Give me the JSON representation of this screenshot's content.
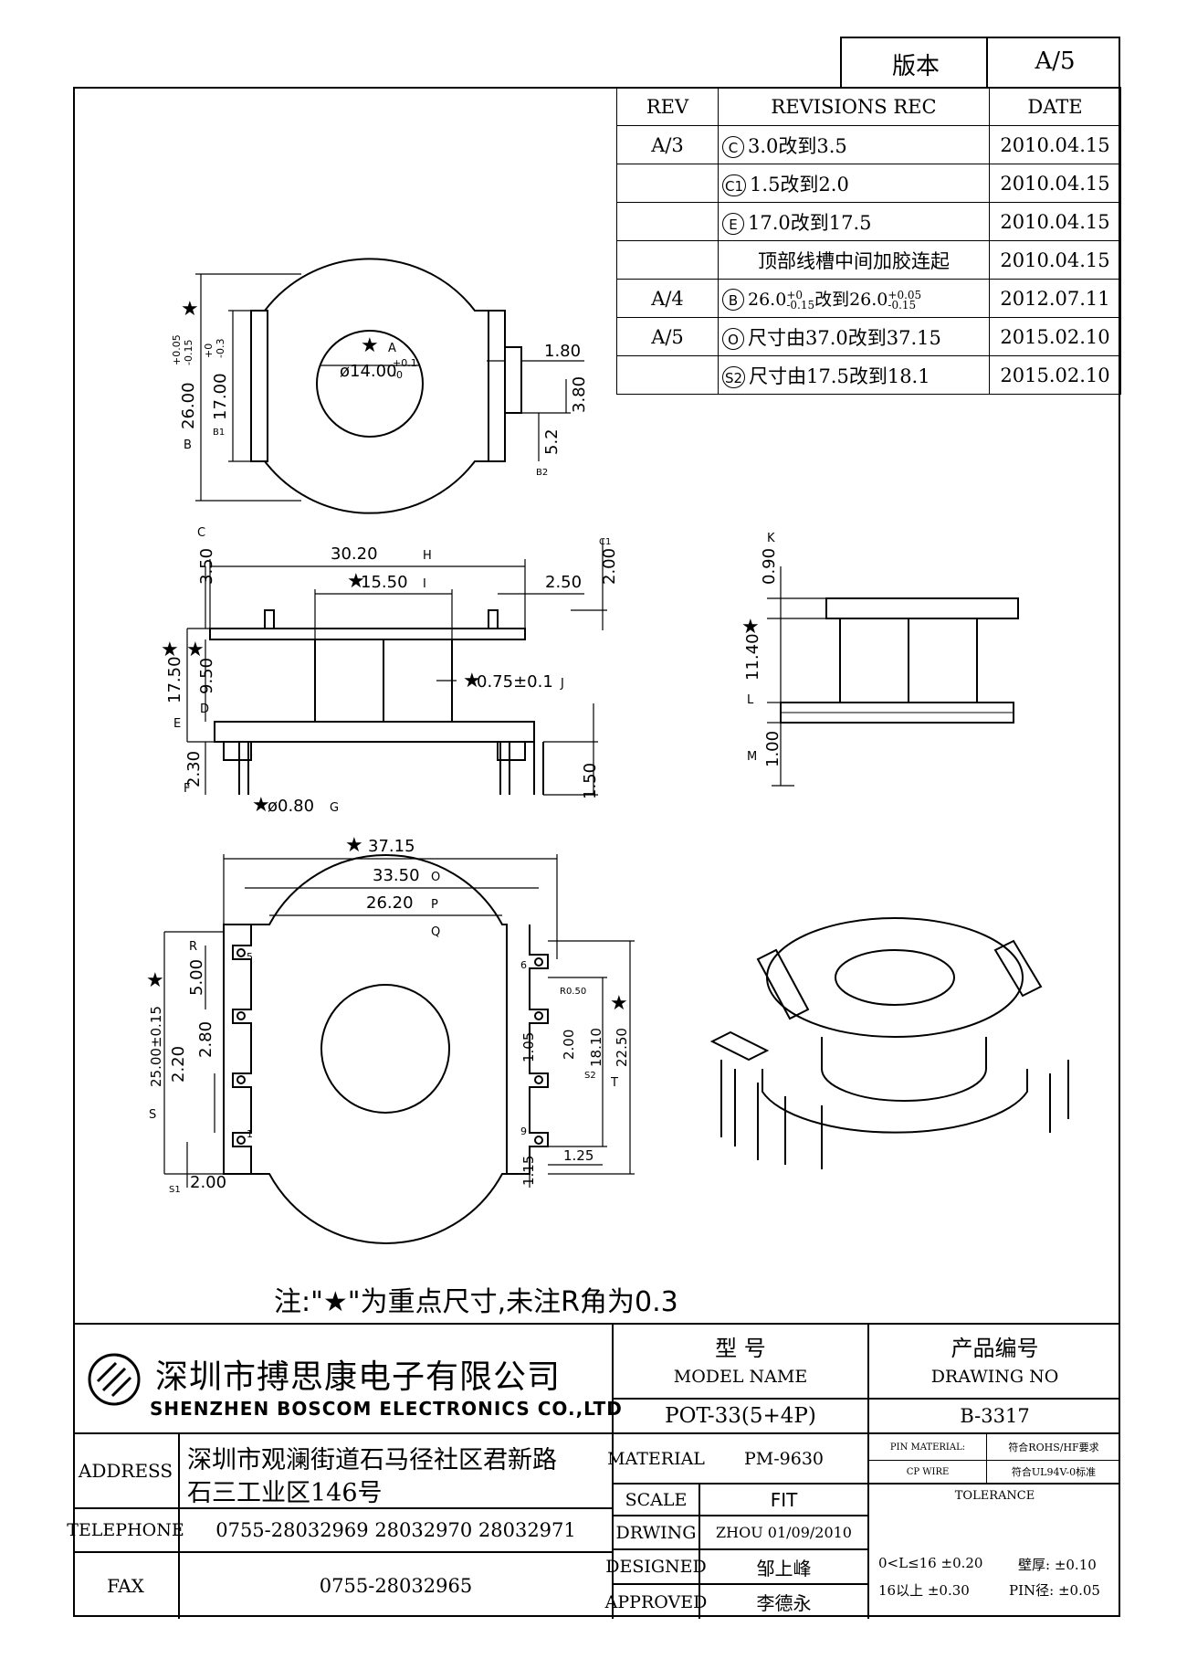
{
  "header": {
    "version_label": "版本",
    "version_value": "A/5"
  },
  "revisions": {
    "col_rev": "REV",
    "col_rec": "REVISIONS REC",
    "col_date": "DATE",
    "rows": [
      {
        "rev": "A/3",
        "mark": "C",
        "text": "3.0改到3.5",
        "date": "2010.04.15"
      },
      {
        "rev": "",
        "mark": "C1",
        "text": "1.5改到2.0",
        "date": "2010.04.15"
      },
      {
        "rev": "",
        "mark": "E",
        "text": "17.0改到17.5",
        "date": "2010.04.15"
      },
      {
        "rev": "",
        "mark": "",
        "text": "顶部线槽中间加胶连起",
        "date": "2010.04.15"
      },
      {
        "rev": "A/4",
        "mark": "B",
        "text_a": "26.0",
        "tol_a_up": "+0",
        "tol_a_dn": "-0.15",
        "text_b": "改到26.0",
        "tol_b_up": "+0.05",
        "tol_b_dn": "-0.15",
        "date": "2012.07.11"
      },
      {
        "rev": "A/5",
        "mark": "O",
        "text": "尺寸由37.0改到37.15",
        "date": "2015.02.10"
      },
      {
        "rev": "",
        "mark": "S2",
        "text": "尺寸由17.5改到18.1",
        "date": "2015.02.10"
      }
    ]
  },
  "dims": {
    "top": {
      "d26": "26.00",
      "d26_up": "+0.05",
      "d26_dn": "-0.15",
      "d17": "17.00",
      "d17_up": "+0",
      "d17_dn": "-0.3",
      "d14": "ø14.00",
      "d14_up": "+0.1",
      "d14_dn": "-0",
      "d180": "1.80",
      "d380": "3.80",
      "d52": "5.2",
      "lB": "B",
      "lB1": "B1",
      "lA": "A",
      "lB2": "B2"
    },
    "side": {
      "d350": "3.50",
      "d3020": "30.20",
      "d1550": "15.50",
      "d250": "2.50",
      "d200": "2.00",
      "d1750": "17.50",
      "d950": "9.50",
      "d075": "0.75±0.1",
      "d230": "2.30",
      "d080": "ø0.80",
      "d150": "1.50",
      "lC": "C",
      "lH": "H",
      "lI": "I",
      "lC1": "C1",
      "lE": "E",
      "lD": "D",
      "lJ": "J",
      "lF": "F",
      "lG": "G"
    },
    "right": {
      "d090": "0.90",
      "d1140": "11.40",
      "d100": "1.00",
      "lK": "K",
      "lL": "L",
      "lM": "M"
    },
    "bottom": {
      "d3715": "37.15",
      "d3350": "33.50",
      "d2620": "26.20",
      "d500": "5.00",
      "d2500": "25.00±0.15",
      "d280": "2.80",
      "d220": "2.20",
      "d200": "2.00",
      "dR050": "R0.50",
      "d105": "1.05",
      "d200b": "2.00",
      "d1810": "18.10",
      "d2250": "22.50",
      "d115": "1.15",
      "d125": "1.25",
      "lO": "O",
      "lP": "P",
      "lQ": "Q",
      "lR": "R",
      "lS": "S",
      "lS1": "S1",
      "lS2": "S2",
      "lT": "T",
      "p5": "5",
      "p1": "1",
      "p6": "6",
      "p9": "9",
      "star": "★"
    }
  },
  "note": "注:\"★\"为重点尺寸,未注R角为0.3",
  "company": {
    "name_cn": "深圳市搏思康电子有限公司",
    "name_en": "SHENZHEN BOSCOM ELECTRONICS CO.,LTD"
  },
  "contact": {
    "address_label": "ADDRESS",
    "address_1": "深圳市观澜街道石马径社区君新路",
    "address_2": "石三工业区146号",
    "telephone_label": "TELEPHONE",
    "telephone": "0755-28032969 28032970 28032971",
    "fax_label": "FAX",
    "fax": "0755-28032965"
  },
  "model": {
    "label_cn": "型      号",
    "label_en": "MODEL NAME",
    "value": "POT-33(5+4P)"
  },
  "drawing": {
    "label_cn": "产品编号",
    "label_en": "DRAWING NO",
    "value": "B-3317"
  },
  "info": {
    "material_label": "MATERIAL",
    "material": "PM-9630",
    "scale_label": "SCALE",
    "scale": "FIT",
    "drwing_label": "DRWING",
    "drwing": "ZHOU 01/09/2010",
    "designed_label": "DESIGNED",
    "designed": "邹上峰",
    "approved_label": "APPROVED",
    "approved": "李德永"
  },
  "spec": {
    "pin_material_label": "PIN MATERIAL:",
    "pin_material": "符合ROHS/HF要求",
    "cp_wire_label": "CP WIRE",
    "cp_wire": "符合UL94V-0标准",
    "tolerance_label": "TOLERANCE",
    "tol_1": "0<L≤16  ±0.20",
    "tol_2": "16以上     ±0.30",
    "wall_1": "壁厚:   ±0.10",
    "wall_2": "PIN径: ±0.05"
  }
}
